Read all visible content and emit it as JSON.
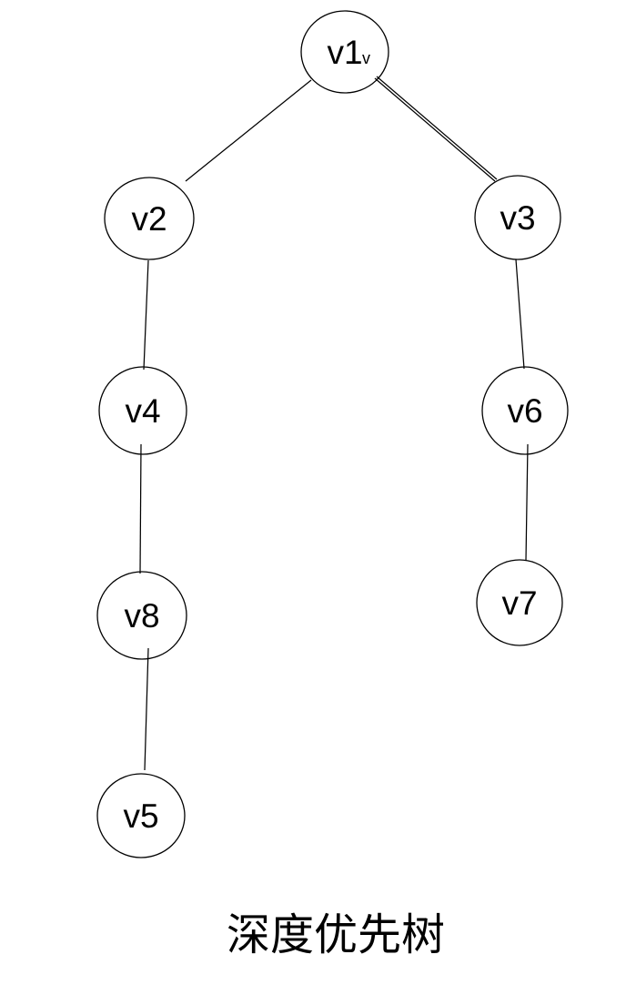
{
  "diagram": {
    "type": "tree",
    "caption": "深度优先树",
    "nodes": [
      {
        "id": "v1",
        "label": "v1",
        "sublabel": "v"
      },
      {
        "id": "v2",
        "label": "v2"
      },
      {
        "id": "v3",
        "label": "v3"
      },
      {
        "id": "v4",
        "label": "v4"
      },
      {
        "id": "v5",
        "label": "v5"
      },
      {
        "id": "v6",
        "label": "v6"
      },
      {
        "id": "v7",
        "label": "v7"
      },
      {
        "id": "v8",
        "label": "v8"
      }
    ],
    "edges": [
      {
        "from": "v1",
        "to": "v2",
        "style": "single"
      },
      {
        "from": "v1",
        "to": "v3",
        "style": "double"
      },
      {
        "from": "v2",
        "to": "v4",
        "style": "single"
      },
      {
        "from": "v3",
        "to": "v6",
        "style": "single"
      },
      {
        "from": "v4",
        "to": "v8",
        "style": "single"
      },
      {
        "from": "v6",
        "to": "v7",
        "style": "single"
      },
      {
        "from": "v8",
        "to": "v5",
        "style": "single"
      }
    ],
    "colors": {
      "stroke": "#000000",
      "node_fill": "#ffffff",
      "text": "#000000",
      "background": "#ffffff"
    }
  }
}
